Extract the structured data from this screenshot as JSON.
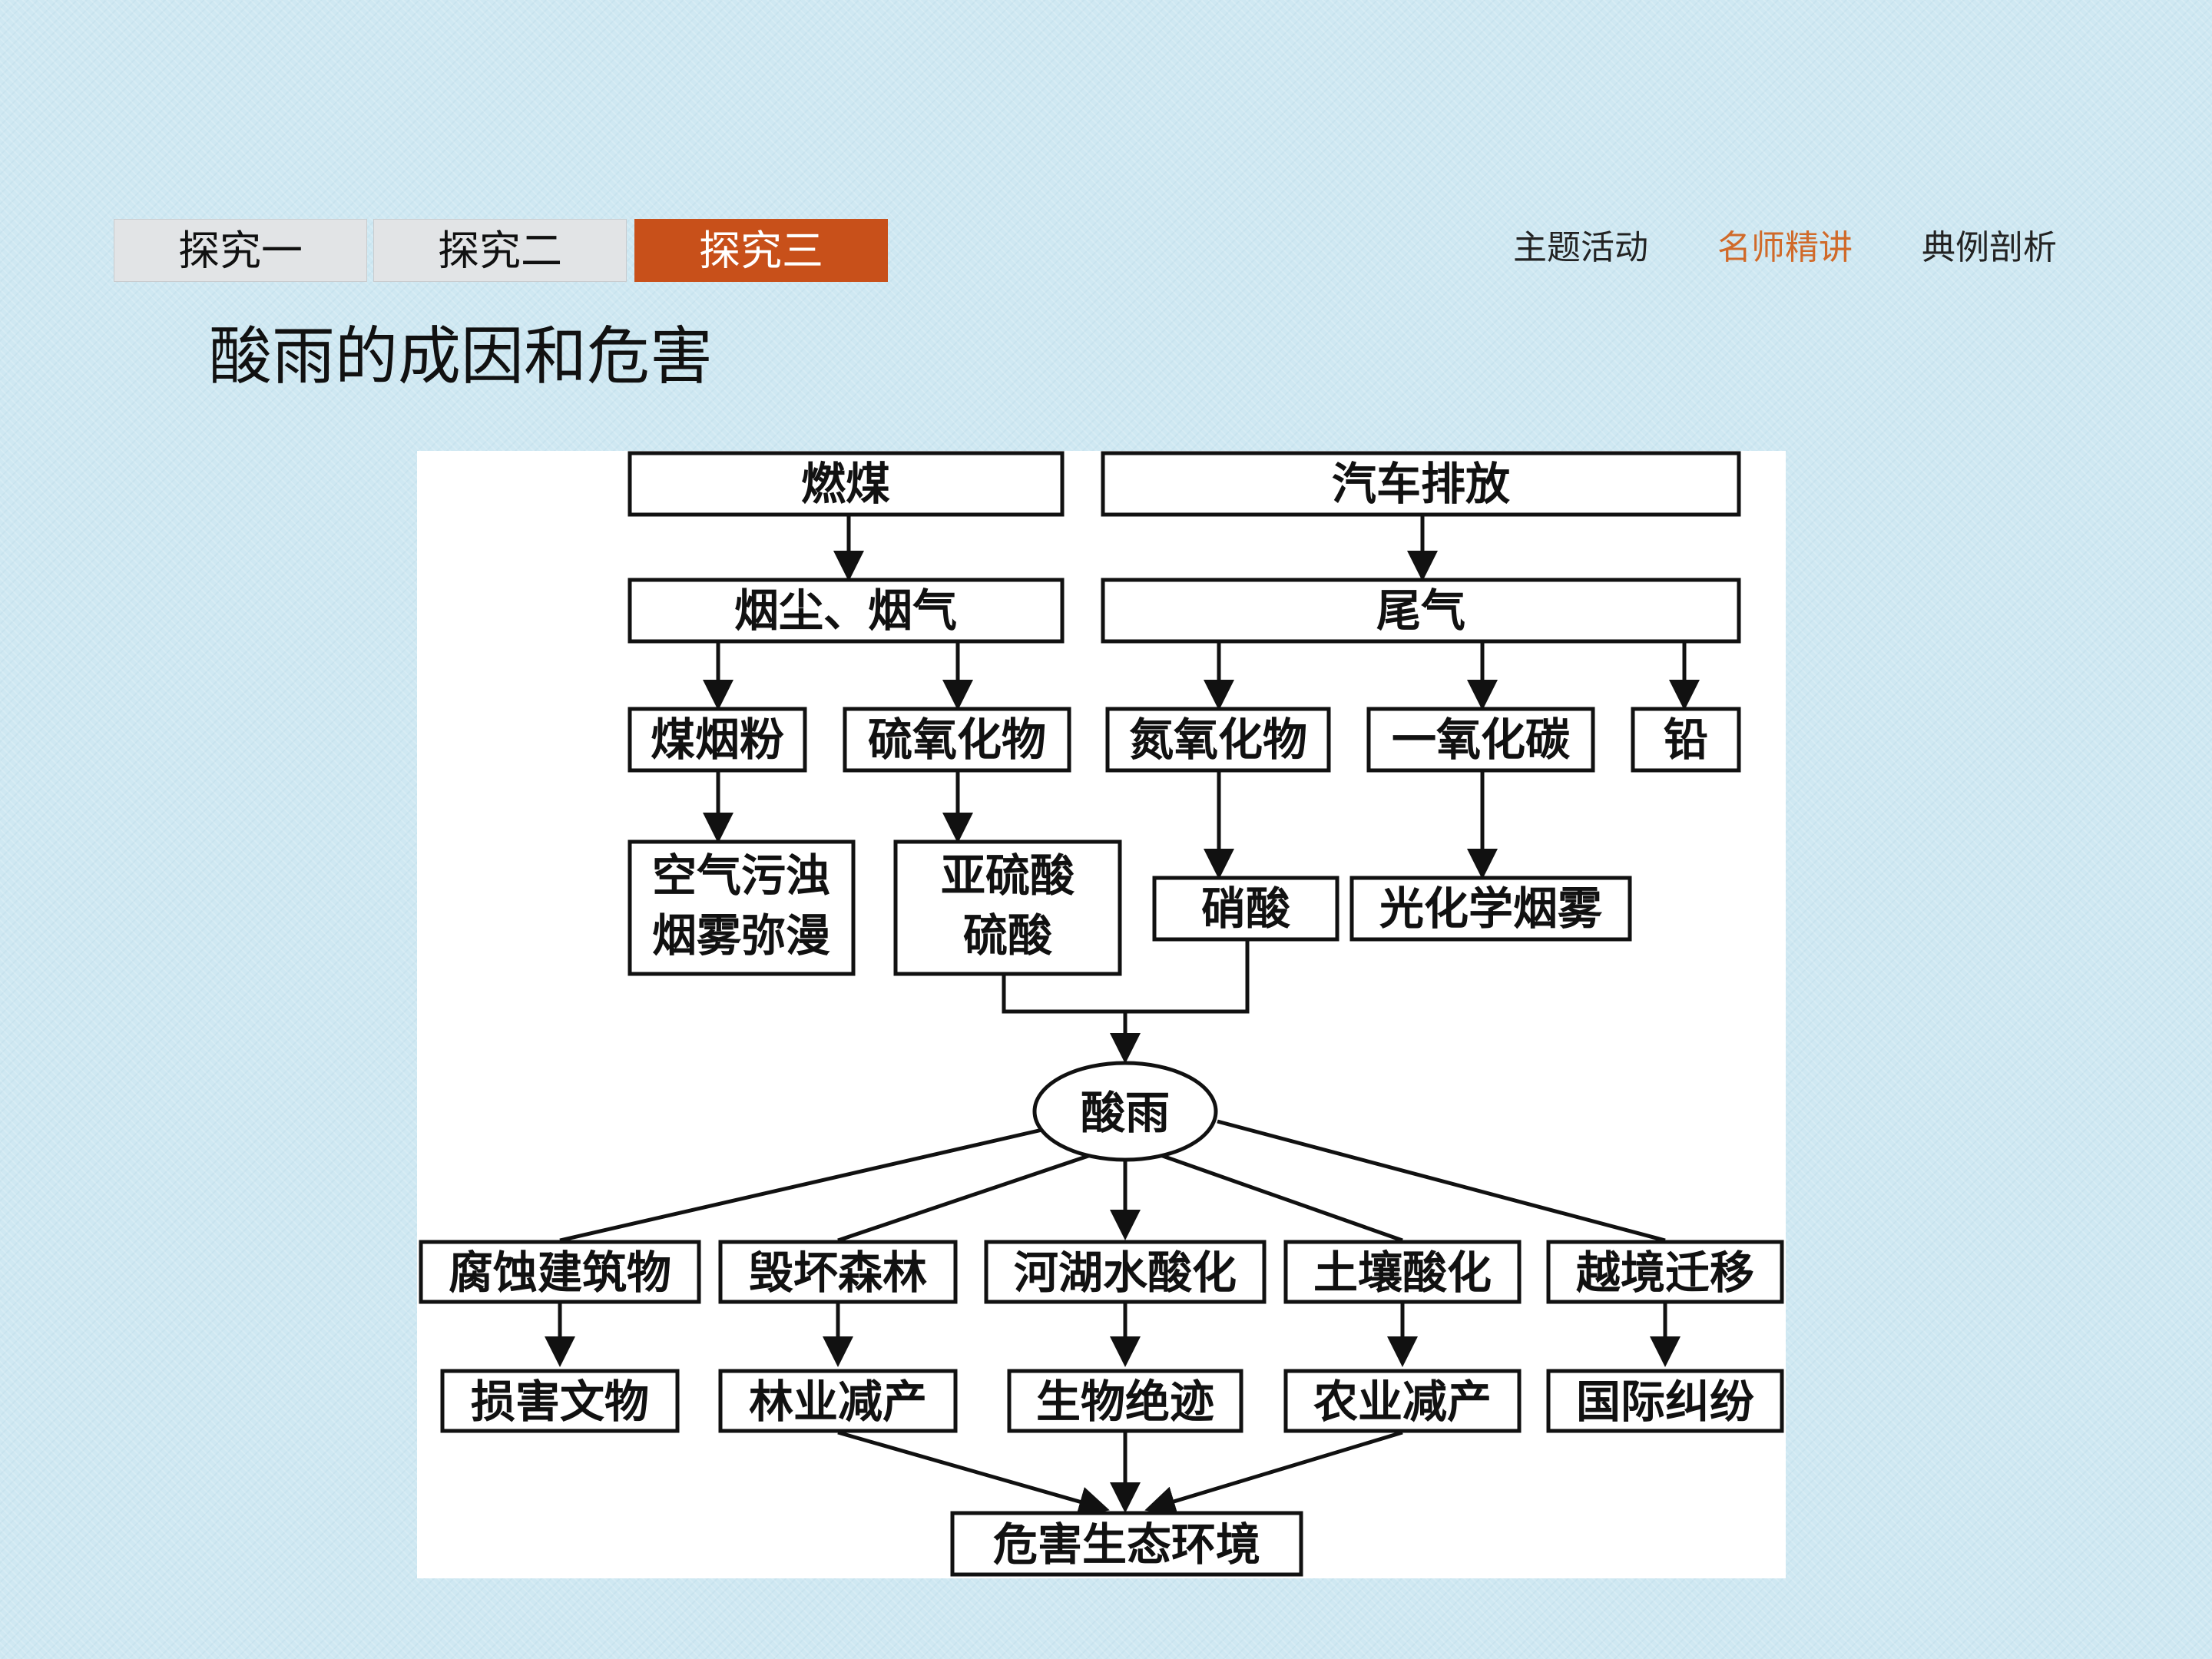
{
  "tabs": [
    {
      "label": "探究一"
    },
    {
      "label": "探究二"
    },
    {
      "label": "探究三"
    }
  ],
  "top_nav": [
    {
      "label": "主题活动"
    },
    {
      "label": "名师精讲"
    },
    {
      "label": "典例剖析"
    }
  ],
  "title": "酸雨的成因和危害",
  "diagram": {
    "sources": {
      "coal": "燃煤",
      "vehicle": "汽车排放"
    },
    "products": {
      "smoke": "烟尘、烟气",
      "exhaust": "尾气"
    },
    "pollutants": {
      "coal_dust": "煤烟粉",
      "sulfur_oxide": "硫氧化物",
      "nitrogen_oxide": "氮氧化物",
      "carbon_monoxide": "一氧化碳",
      "lead": "铅"
    },
    "results": {
      "air_pollution": [
        "空气污浊",
        "烟雾弥漫"
      ],
      "sulfurous_acid": [
        "亚硫酸",
        "硫酸"
      ],
      "nitric_acid": "硝酸",
      "photochemical_smog": "光化学烟雾"
    },
    "center": "酸雨",
    "effects": [
      "腐蚀建筑物",
      "毁坏森林",
      "河湖水酸化",
      "土壤酸化",
      "越境迁移"
    ],
    "consequences": [
      "损害文物",
      "林业减产",
      "生物绝迹",
      "农业减产",
      "国际纠纷"
    ],
    "final": "危害生态环境"
  }
}
